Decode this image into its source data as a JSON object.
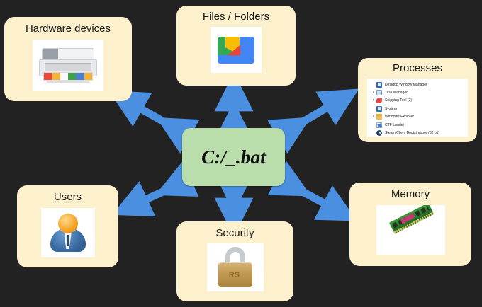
{
  "diagram": {
    "background_color": "#222222",
    "center": {
      "label": "C:/_.bat",
      "color": "#b9ddab",
      "name": "batch-script-node"
    },
    "node_color": "#fdf0cd",
    "arrow_color": "#4a8fe0",
    "arrow_style": "double-headed",
    "nodes": [
      {
        "id": "hardware",
        "title": "Hardware devices",
        "icon": "printer-image",
        "position": "top-left"
      },
      {
        "id": "files",
        "title": "Files / Folders",
        "icon": "google-files-folder-image",
        "position": "top-center"
      },
      {
        "id": "processes",
        "title": "Processes",
        "icon": "task-manager-process-list",
        "position": "top-right"
      },
      {
        "id": "users",
        "title": "Users",
        "icon": "user-avatar-image",
        "position": "bottom-left"
      },
      {
        "id": "security",
        "title": "Security",
        "icon": "padlock-image",
        "position": "bottom-center"
      },
      {
        "id": "memory",
        "title": "Memory",
        "icon": "ram-module-image",
        "position": "bottom-right"
      }
    ]
  },
  "processes": {
    "rows": [
      {
        "name": "Desktop Window Manager",
        "expandable": false,
        "icon": "dwm-icon"
      },
      {
        "name": "Task Manager",
        "expandable": true,
        "icon": "task-manager-icon"
      },
      {
        "name": "Snipping Tool (2)",
        "expandable": true,
        "icon": "snipping-tool-icon"
      },
      {
        "name": "System",
        "expandable": false,
        "icon": "system-icon"
      },
      {
        "name": "Windows Explorer",
        "expandable": true,
        "icon": "windows-explorer-icon"
      },
      {
        "name": "CTF Loader",
        "expandable": false,
        "icon": "ctf-loader-icon"
      },
      {
        "name": "Steam Client Bootstrapper (32 bit)",
        "expandable": false,
        "icon": "steam-icon"
      }
    ],
    "caret_glyph": "›"
  },
  "padlock": {
    "brand_mark": "RS"
  }
}
